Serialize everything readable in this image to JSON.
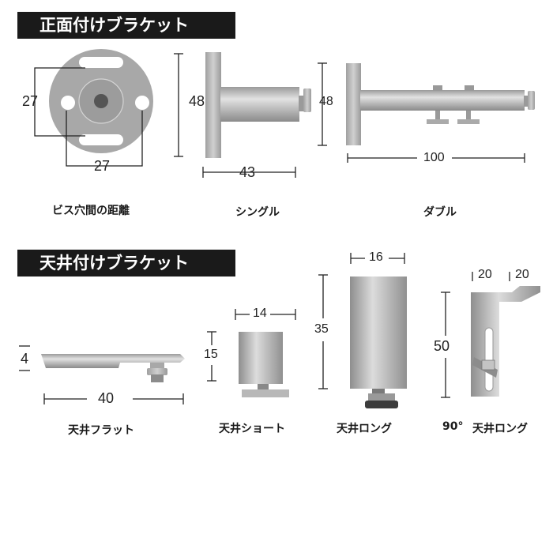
{
  "sections": {
    "front": {
      "title": "正面付けブラケット"
    },
    "ceiling": {
      "title": "天井付けブラケット"
    }
  },
  "items": {
    "screw": {
      "label": "ビス穴間の距離",
      "dim_v": "27",
      "dim_h": "27"
    },
    "single": {
      "label": "シングル",
      "height": "48",
      "length": "43"
    },
    "double": {
      "label": "ダブル",
      "height": "48",
      "length": "100"
    },
    "flat": {
      "label": "天井フラット",
      "height": "4",
      "length": "40"
    },
    "short": {
      "label": "天井ショート",
      "width": "14",
      "height": "15"
    },
    "long": {
      "label": "天井ロング",
      "width": "16",
      "height": "35"
    },
    "long90": {
      "label_prefix": "90°",
      "label": "天井ロング",
      "width_a": "20",
      "width_b": "20",
      "height": "50"
    }
  },
  "colors": {
    "header_bg": "#1a1a1a",
    "metal": "#b4b4b4",
    "disc": "#a8a8a8"
  }
}
